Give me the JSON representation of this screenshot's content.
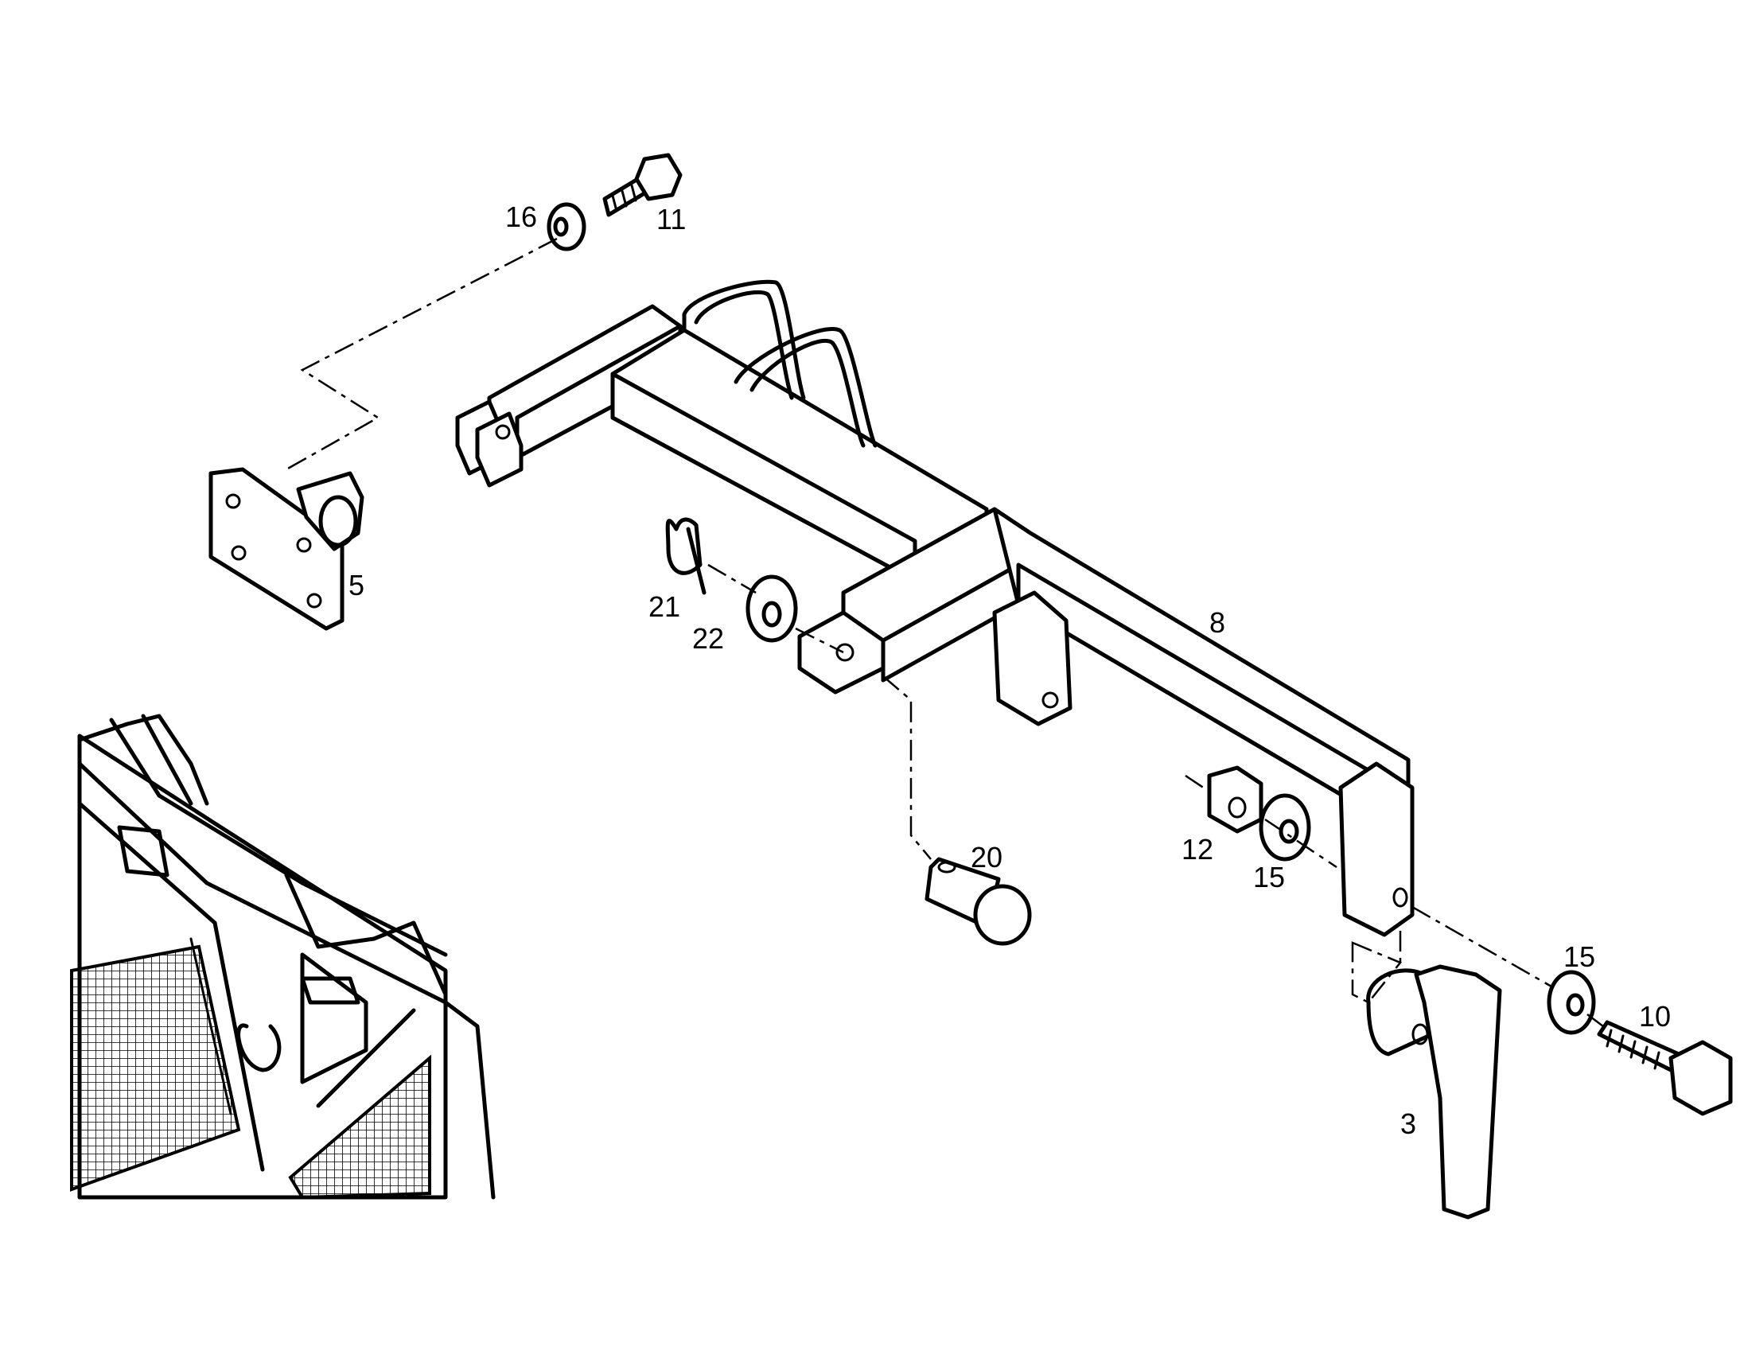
{
  "callouts": {
    "c16": "16",
    "c11": "11",
    "c5": "5",
    "c8": "8",
    "c21": "21",
    "c22": "22",
    "c20": "20",
    "c12": "12",
    "c15a": "15",
    "c15b": "15",
    "c10": "10",
    "c3": "3"
  },
  "colors": {
    "ink": "#000000",
    "paper": "#ffffff"
  }
}
